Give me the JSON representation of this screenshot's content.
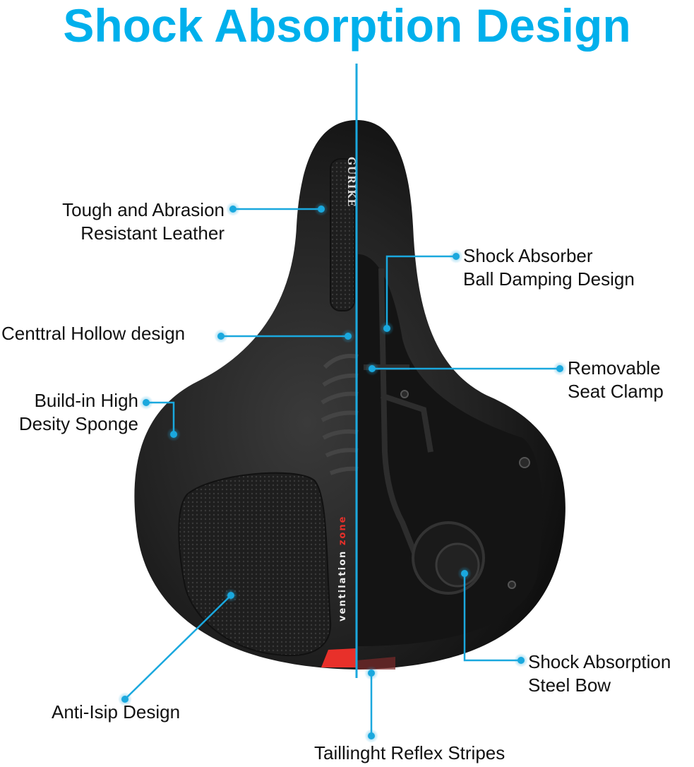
{
  "title": "Shock Absorption Design",
  "colors": {
    "accent": "#00b0ec",
    "callout_line": "#1aa8de",
    "saddle": "#1c1c1c",
    "taillight": "#e8302a",
    "text": "#111111"
  },
  "saddle": {
    "side_text_1": "ventilation",
    "side_text_2": "zone",
    "brand_text": "GURIKE"
  },
  "callouts": [
    {
      "id": "leather",
      "line1": "Tough and Abrasion",
      "line2": "Resistant Leather"
    },
    {
      "id": "ball-damping",
      "line1": "Shock Absorber",
      "line2": "Ball Damping Design"
    },
    {
      "id": "hollow",
      "line1": "Centtral Hollow design"
    },
    {
      "id": "seat-clamp",
      "line1": "Removable",
      "line2": "Seat Clamp"
    },
    {
      "id": "sponge",
      "line1": "Build-in High",
      "line2": "Desity Sponge"
    },
    {
      "id": "steel-bow",
      "line1": "Shock Absorption",
      "line2": "Steel Bow"
    },
    {
      "id": "anti-slip",
      "line1": "Anti-Isip Design"
    },
    {
      "id": "taillight",
      "line1": "Taillinght Reflex Stripes"
    }
  ]
}
